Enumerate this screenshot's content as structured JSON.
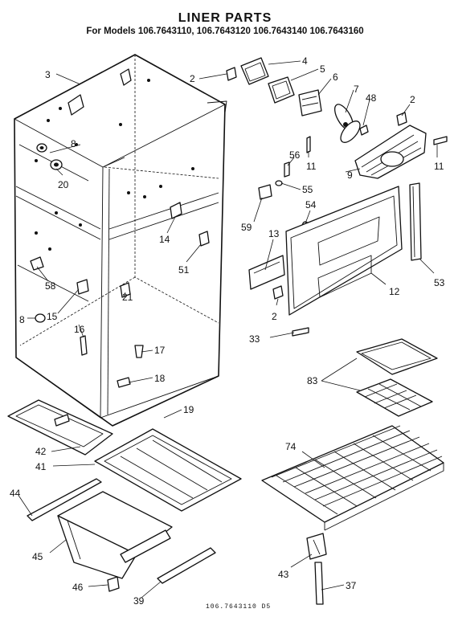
{
  "title": "LINER PARTS",
  "models_line": "For Models 106.7643110, 106.7643120 106.7643140 106.7643160",
  "footer_code": "106.7643110 D5",
  "callouts": {
    "c3": "3",
    "c2a": "2",
    "c4": "4",
    "c5": "5",
    "c6": "6",
    "c7": "7",
    "c48": "48",
    "c2b": "2",
    "c8a": "8",
    "c20": "20",
    "c11a": "11",
    "c11b": "11",
    "c9": "9",
    "c56": "56",
    "c55": "55",
    "c54": "54",
    "c59": "59",
    "c13": "13",
    "c14": "14",
    "c51": "51",
    "c58": "58",
    "c53": "53",
    "c12": "12",
    "c21": "21",
    "c8b": "8",
    "c15": "15",
    "c16": "16",
    "c2c": "2",
    "c33": "33",
    "c17": "17",
    "c18": "18",
    "c83": "83",
    "c19": "19",
    "c42": "42",
    "c41": "41",
    "c74": "74",
    "c44": "44",
    "c45": "45",
    "c43": "43",
    "c37": "37",
    "c46": "46",
    "c39": "39"
  }
}
